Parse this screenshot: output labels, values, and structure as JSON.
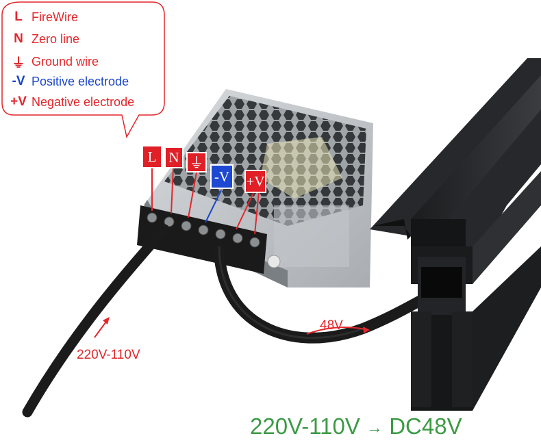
{
  "legend": {
    "items": [
      {
        "symbol": "L",
        "text": "FireWire",
        "color": "red"
      },
      {
        "symbol": "N",
        "text": "Zero line",
        "color": "red"
      },
      {
        "symbol": "⏚",
        "text": "Ground wire",
        "color": "red"
      },
      {
        "symbol": "-V",
        "text": "Positive electrode",
        "color": "blue"
      },
      {
        "symbol": "+V",
        "text": "Negative electrode",
        "color": "red"
      }
    ]
  },
  "terminal_tags": {
    "L": "L",
    "N": "N",
    "ground": "⏚",
    "neg": "-V",
    "pos": "+V"
  },
  "labels": {
    "input_voltage": "220V-110V",
    "output_voltage": "48V",
    "conversion_left": "220V-110V",
    "conversion_arrow": "→",
    "conversion_right": "DC48V"
  },
  "colors": {
    "red": "#e3262b",
    "blue": "#1b47c8",
    "green": "#3c9a45"
  }
}
